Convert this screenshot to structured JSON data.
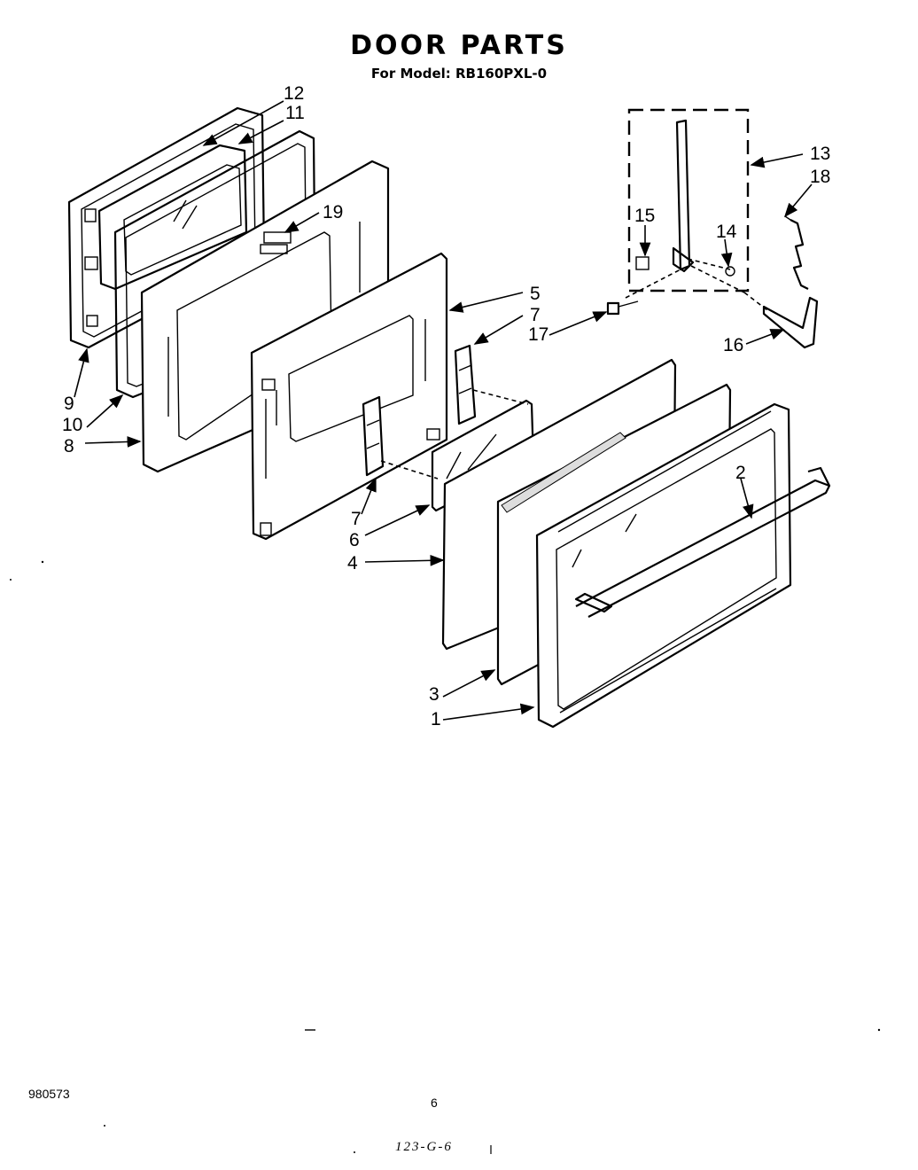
{
  "header": {
    "title": "DOOR PARTS",
    "subtitle": "For Model: RB160PXL-0"
  },
  "callouts": {
    "c1": "1",
    "c2": "2",
    "c3": "3",
    "c4": "4",
    "c5": "5",
    "c6": "6",
    "c7a": "7",
    "c7b": "7",
    "c8": "8",
    "c9": "9",
    "c10": "10",
    "c11": "11",
    "c12": "12",
    "c13": "13",
    "c14": "14",
    "c15": "15",
    "c16": "16",
    "c17": "17",
    "c18": "18",
    "c19": "19"
  },
  "footer": {
    "doc_number": "980573",
    "page_number": "6",
    "handwritten_note": "123-G-6"
  }
}
